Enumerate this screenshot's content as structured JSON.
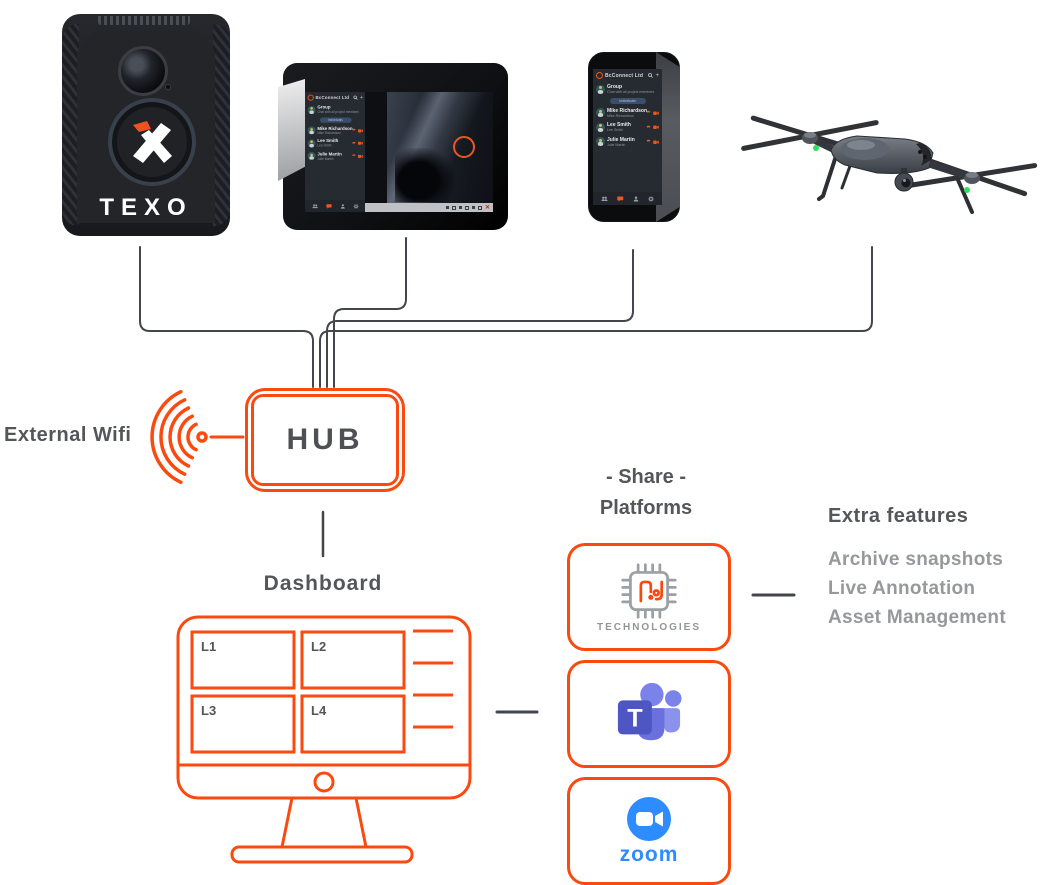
{
  "colors": {
    "accent": "#FB4A10",
    "connector": "#43464B",
    "heading_gray": "#54565A",
    "muted_gray": "#96989C",
    "teams_purple": "#4E56C4",
    "zoom_blue": "#2D8CFF",
    "texo_orange": "#F05123",
    "led_green": "#2EE05F"
  },
  "camera": {
    "brand": "TEXO"
  },
  "app": {
    "title": "BcConnect Ltd",
    "plus": "+",
    "group": {
      "name": "Group",
      "subtitle": "Chat with all project members"
    },
    "divider": "Individuals",
    "contacts": [
      {
        "name": "Mike Richardson",
        "subtitle": "Mike Richardson"
      },
      {
        "name": "Lee Smith",
        "subtitle": "Lee Smith"
      },
      {
        "name": "Julie Martin",
        "subtitle": "Julie Martin"
      }
    ]
  },
  "tablet": {
    "toolbar_close": "✕"
  },
  "wifi": {
    "label": "External Wifi"
  },
  "hub": {
    "label": "HUB"
  },
  "dashboard": {
    "label": "Dashboard",
    "screens": [
      "L1",
      "L2",
      "L3",
      "L4"
    ]
  },
  "share": {
    "line1": "- Share -",
    "line2": "Platforms",
    "technologies": "TECHNOLOGIES",
    "teams_letter": "T",
    "zoom_label": "zoom"
  },
  "extra": {
    "title": "Extra features",
    "items": [
      "Archive snapshots",
      "Live Annotation",
      "Asset Management"
    ]
  }
}
